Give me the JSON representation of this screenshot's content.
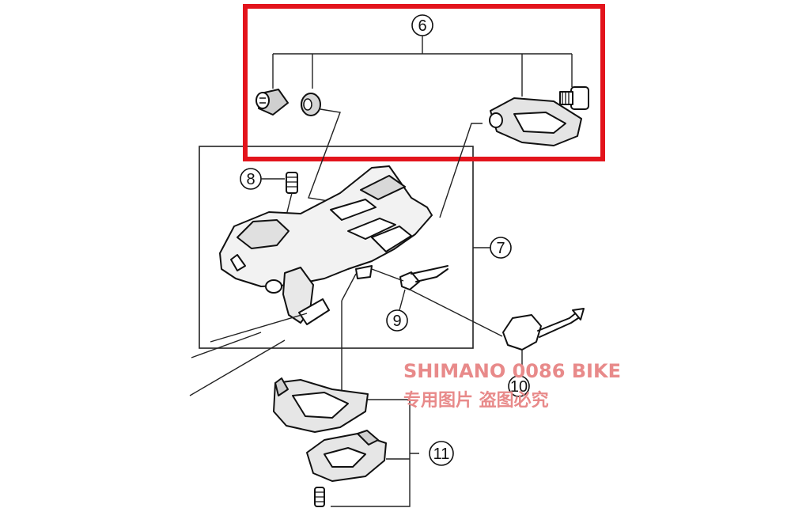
{
  "callouts": {
    "c6": "6",
    "c7": "7",
    "c8": "8",
    "c9": "9",
    "c10": "10",
    "c11": "11"
  },
  "watermark": {
    "line1": "SHIMANO 0086 BIKE",
    "line2": "专用图片 盗图必究"
  },
  "colors": {
    "highlight_box": "#e3141c",
    "watermark": "#e88a8a",
    "line": "#222222"
  }
}
